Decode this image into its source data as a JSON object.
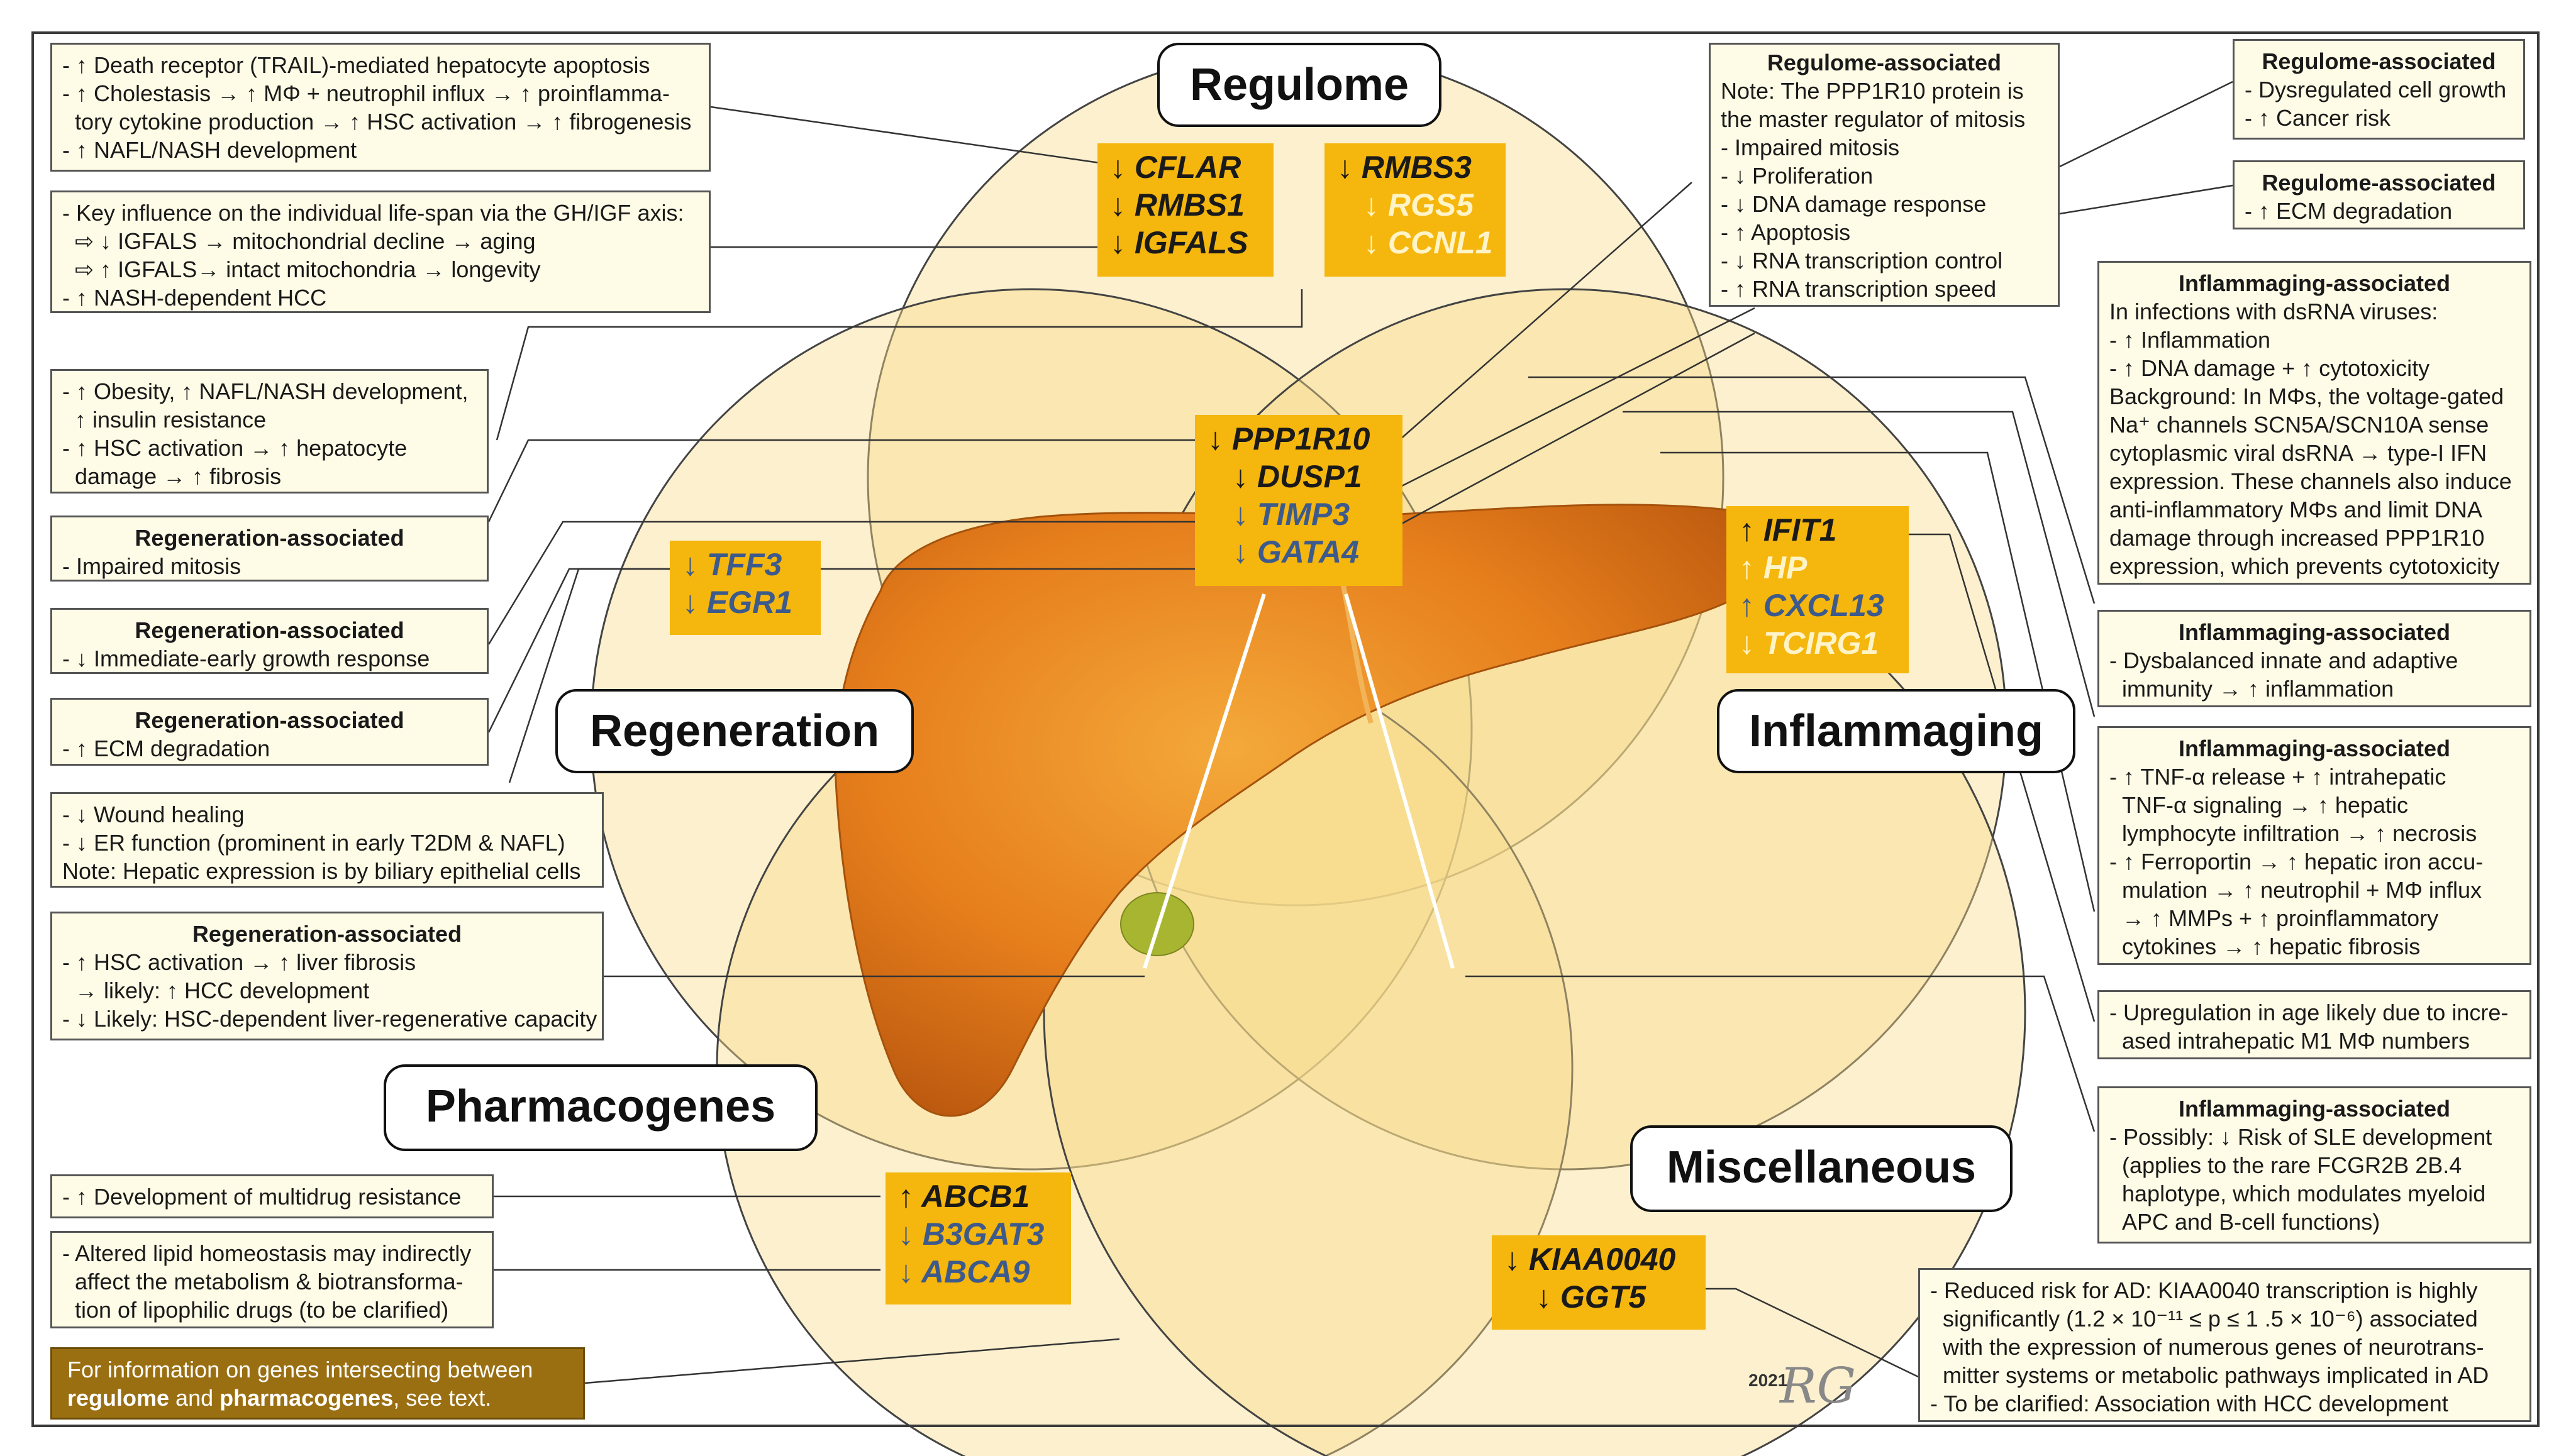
{
  "categories": {
    "regulome": "Regulome",
    "regeneration": "Regeneration",
    "inflammaging": "Inflammaging",
    "pharmacogenes": "Pharmacogenes",
    "miscellaneous": "Miscellaneous"
  },
  "genes": {
    "g1": [
      "↓ CFLAR",
      "↓ RMBS1",
      "↓ IGFALS"
    ],
    "g2": [
      "↓ RMBS3",
      "↓ RGS5",
      "↓ CCNL1"
    ],
    "center": [
      "↓ PPP1R10",
      "↓ DUSP1",
      "↓ TIMP3",
      "↓ GATA4"
    ],
    "regen": [
      "↓ TFF3",
      "↓ EGR1"
    ],
    "inflam": [
      "↑ IFIT1",
      "↑ HP",
      "↑ CXCL13",
      "↓ TCIRG1"
    ],
    "pharma": [
      "↑ ABCB1",
      "↓ B3GAT3",
      "↓ ABCA9"
    ],
    "misc": [
      "↓ KIAA0040",
      "↓ GGT5"
    ]
  },
  "boxes": {
    "l1": [
      "- ↑ Death receptor (TRAIL)-mediated hepatocyte apoptosis",
      "- ↑ Cholestasis → ↑ MΦ + neutrophil influx → ↑ proinflamma-",
      "tory cytokine production → ↑ HSC activation → ↑ fibrogenesis",
      "- ↑ NAFL/NASH development"
    ],
    "l2": [
      "- Key influence on the individual life-span via the GH/IGF axis:",
      "⇨ ↓ IGFALS → mitochondrial decline → aging",
      "⇨ ↑ IGFALS→ intact mitochondria → longevity",
      "- ↑ NASH-dependent HCC"
    ],
    "l3": [
      "- ↑ Obesity, ↑ NAFL/NASH development,",
      "↑ insulin resistance",
      "- ↑ HSC activation → ↑ hepatocyte",
      "damage → ↑ fibrosis"
    ],
    "l4": {
      "head": "Regeneration-associated",
      "lines": [
        "- Impaired mitosis"
      ]
    },
    "l5": {
      "head": "Regeneration-associated",
      "lines": [
        "- ↓ Immediate-early growth response"
      ]
    },
    "l6": {
      "head": "Regeneration-associated",
      "lines": [
        "- ↑ ECM degradation"
      ]
    },
    "l7": [
      "- ↓ Wound healing",
      "- ↓ ER function (prominent in early T2DM & NAFL)",
      "Note: Hepatic expression is by biliary epithelial cells"
    ],
    "l8": {
      "head": "Regeneration-associated",
      "lines": [
        "- ↑ HSC activation → ↑ liver fibrosis",
        "→ likely: ↑ HCC development",
        "- ↓ Likely: HSC-dependent liver-regenerative capacity"
      ]
    },
    "l9": [
      "- ↑ Development of multidrug resistance"
    ],
    "l10": [
      "- Altered lipid homeostasis may indirectly",
      "affect the metabolism & biotransforma-",
      "tion of lipophilic drugs (to be clarified)"
    ],
    "l11": {
      "line1": "For information on genes intersecting between",
      "bold1": "regulome",
      "and": " and ",
      "bold2": "pharmacogenes",
      "tail": ", see text."
    },
    "c1": {
      "head": "Regulome-associated",
      "lines": [
        "Note: The PPP1R10 protein is",
        "the master regulator of mitosis",
        "- Impaired mitosis",
        "- ↓ Proliferation",
        "- ↓ DNA damage response",
        "- ↑ Apoptosis",
        "- ↓ RNA transcription control",
        "- ↑ RNA transcription speed"
      ]
    },
    "r1": {
      "head": "Regulome-associated",
      "lines": [
        "- Dysregulated cell growth",
        "- ↑ Cancer risk"
      ]
    },
    "r2": {
      "head": "Regulome-associated",
      "lines": [
        "- ↑ ECM degradation"
      ]
    },
    "r3": {
      "head": "Inflammaging-associated",
      "lines": [
        "In infections with dsRNA viruses:",
        "- ↑ Inflammation",
        "- ↑ DNA damage + ↑ cytotoxicity",
        "Background: In MΦs, the voltage-gated",
        "Na⁺ channels SCN5A/SCN10A sense",
        "cytoplasmic viral dsRNA →  type-I IFN",
        "expression. These channels also induce",
        "anti-inflammatory MΦs and limit DNA",
        "damage through increased PPP1R10",
        "expression, which prevents cytotoxicity"
      ]
    },
    "r4": {
      "head": "Inflammaging-associated",
      "lines": [
        "- Dysbalanced innate and adaptive",
        "immunity → ↑ inflammation"
      ]
    },
    "r5": {
      "head": "Inflammaging-associated",
      "lines": [
        "- ↑ TNF-α release + ↑ intrahepatic",
        "TNF-α signaling → ↑ hepatic",
        "lymphocyte infiltration → ↑ necrosis",
        "- ↑ Ferroportin → ↑ hepatic iron accu-",
        "mulation → ↑ neutrophil + MΦ influx",
        "→ ↑ MMPs + ↑ proinflammatory",
        "cytokines → ↑ hepatic fibrosis"
      ]
    },
    "r6": [
      "- Upregulation in age likely due to incre-",
      "ased intrahepatic M1 MΦ numbers"
    ],
    "r7": {
      "head": "Inflammaging-associated",
      "lines": [
        "- Possibly: ↓ Risk of SLE development",
        "(applies to the rare FCGR2B 2B.4",
        "haplotype, which modulates myeloid",
        "APC and B-cell functions)"
      ]
    },
    "r8": [
      "- Reduced risk for AD: KIAA0040 transcription is highly",
      "significantly (1.2 × 10⁻¹¹ ≤ p ≤ 1 .5 × 10⁻⁶) associated",
      "with the expression of numerous genes of neurotrans-",
      "mitter systems or metabolic pathways implicated in AD",
      "- To be clarified: Association with HCC development"
    ]
  },
  "signature": {
    "year": "2021",
    "mark": "RG"
  },
  "colors": {
    "gene_box": "#f5b60d",
    "circle_fill": "#f9dc8a",
    "liver": "#e0791b",
    "note_box": "#9a6f12"
  }
}
